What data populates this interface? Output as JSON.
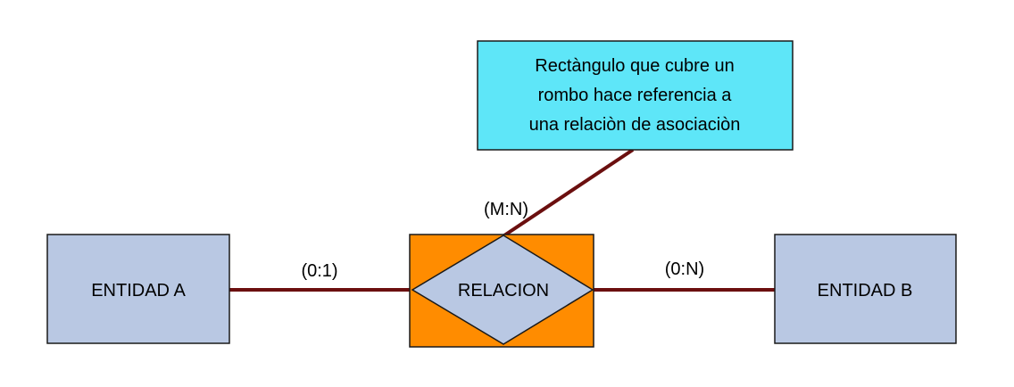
{
  "entities": {
    "a": {
      "label": "ENTIDAD A"
    },
    "b": {
      "label": "ENTIDAD B"
    }
  },
  "relation": {
    "label": "RELACION"
  },
  "cardinalities": {
    "a_side": "(0:1)",
    "b_side": "(0:N)",
    "relation_type": "(M:N)"
  },
  "note": {
    "lines": [
      "Rectàngulo que cubre un",
      "rombo hace referencia a",
      "una relaciòn de asociaciòn"
    ]
  },
  "colors": {
    "entity_fill": "#b9c8e3",
    "relation_box_fill": "#ff8c00",
    "diamond_fill": "#b9c8e3",
    "note_fill": "#5ee6f8",
    "connector": "#6b0f0f",
    "border": "#1a1a1a"
  }
}
